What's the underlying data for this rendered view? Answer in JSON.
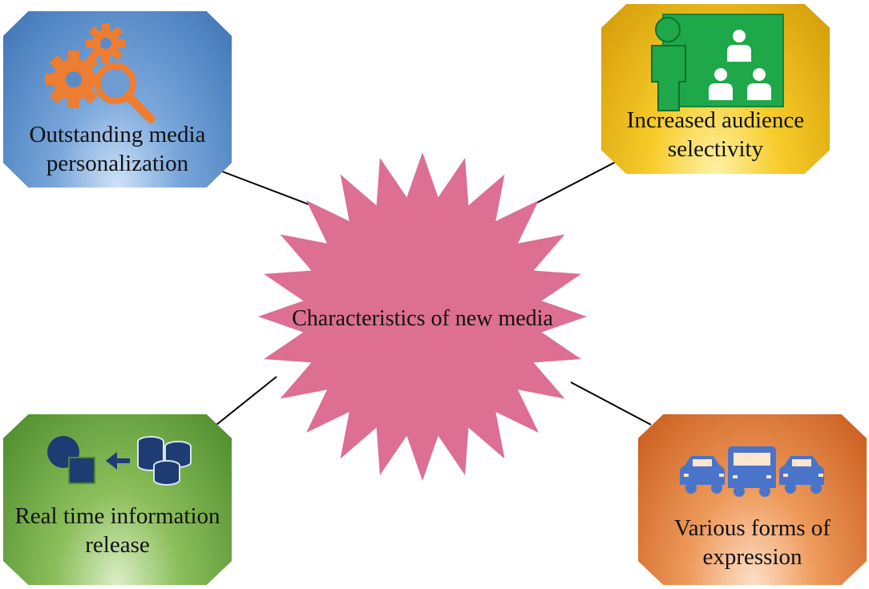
{
  "center": {
    "title": "Characteristics of new media",
    "color": "#dc6f92"
  },
  "nodes": [
    {
      "label": "Outstanding media personalization",
      "icon": "gears-magnifier-icon",
      "accent": "#ed7d31"
    },
    {
      "label": "Increased audience selectivity",
      "icon": "presenter-audience-icon",
      "accent": "#1ea84a"
    },
    {
      "label": "Real time information release",
      "icon": "shapes-database-icon",
      "accent": "#1f3b73"
    },
    {
      "label": "Various forms of expression",
      "icon": "vehicles-icon",
      "accent": "#4a74c9"
    }
  ]
}
